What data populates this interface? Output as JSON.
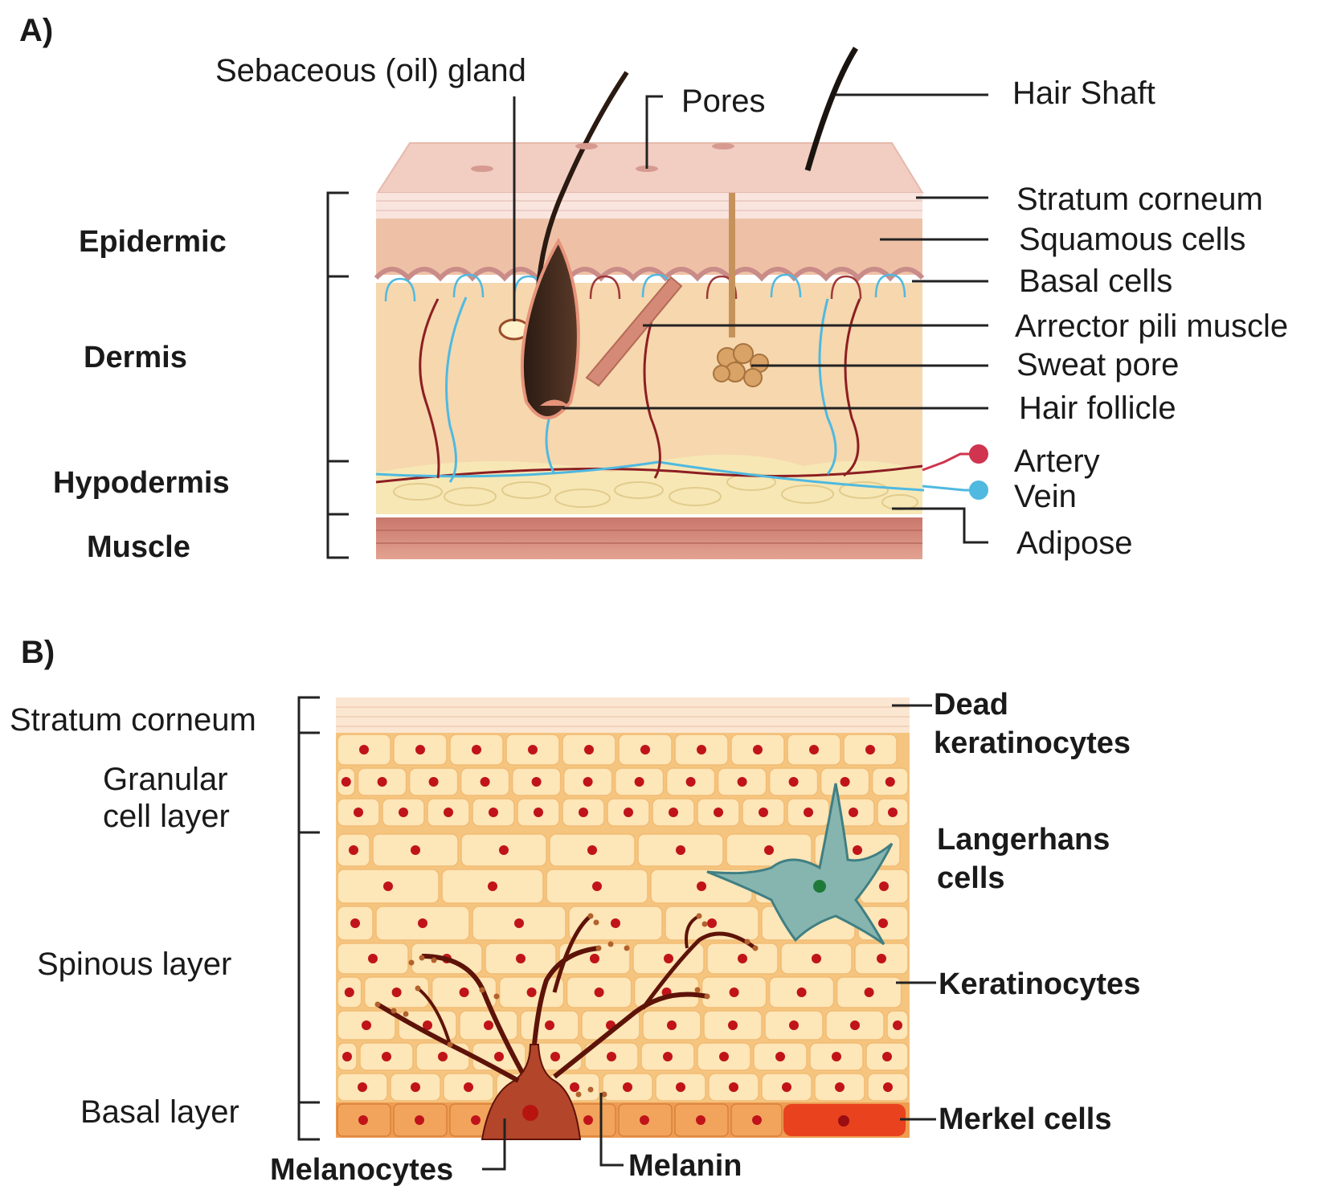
{
  "panelA": {
    "tag": "A)",
    "regions": {
      "epidermic": "Epidermic",
      "dermis": "Dermis",
      "hypodermis": "Hypodermis",
      "muscle": "Muscle"
    },
    "callouts": {
      "sebaceous": "Sebaceous (oil) gland",
      "pores": "Pores",
      "hair_shaft": "Hair Shaft",
      "stratum_corneum": "Stratum corneum",
      "squamous": "Squamous cells",
      "basal": "Basal cells",
      "arrector": "Arrector pili muscle",
      "sweat": "Sweat pore",
      "follicle": "Hair follicle",
      "artery": "Artery",
      "vein": "Vein",
      "adipose": "Adipose"
    },
    "colors": {
      "artery": "#d0344f",
      "vein": "#4fb9e0"
    }
  },
  "panelB": {
    "tag": "B)",
    "layers": {
      "stratum_corneum": "Stratum corneum",
      "granular_line1": "Granular",
      "granular_line2": "cell layer",
      "spinous": "Spinous layer",
      "basal": "Basal layer"
    },
    "callouts": {
      "dead_line1": "Dead",
      "dead_line2": "keratinocytes",
      "langerhans_line1": "Langerhans",
      "langerhans_line2": "cells",
      "keratinocytes": "Keratinocytes",
      "merkel": "Merkel cells",
      "melanocytes": "Melanocytes",
      "melanin": "Melanin"
    },
    "colors": {
      "nucleus": "#c0141a",
      "merkel": "#e8421e",
      "langerhans": "#5f9a9a"
    }
  }
}
